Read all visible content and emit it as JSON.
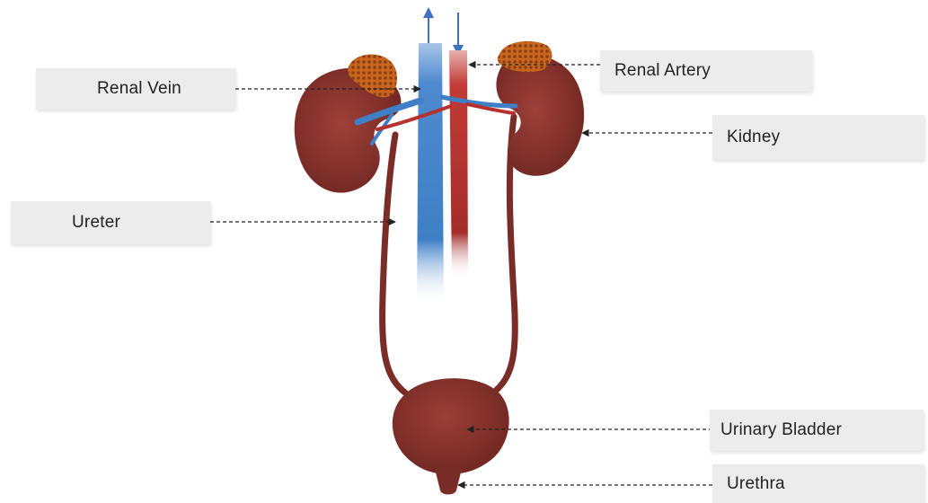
{
  "labels": {
    "renal_vein": "Renal Vein",
    "renal_artery": "Renal Artery",
    "kidney": "Kidney",
    "ureter": "Ureter",
    "urinary_bladder": "Urinary Bladder",
    "urethra": "Urethra"
  },
  "colors": {
    "organ": "#8b3630",
    "vein": "#3f7fc6",
    "artery": "#b7322f",
    "adrenal": "#d2762a",
    "label_background": "#ececec",
    "leader_line": "#222222"
  }
}
